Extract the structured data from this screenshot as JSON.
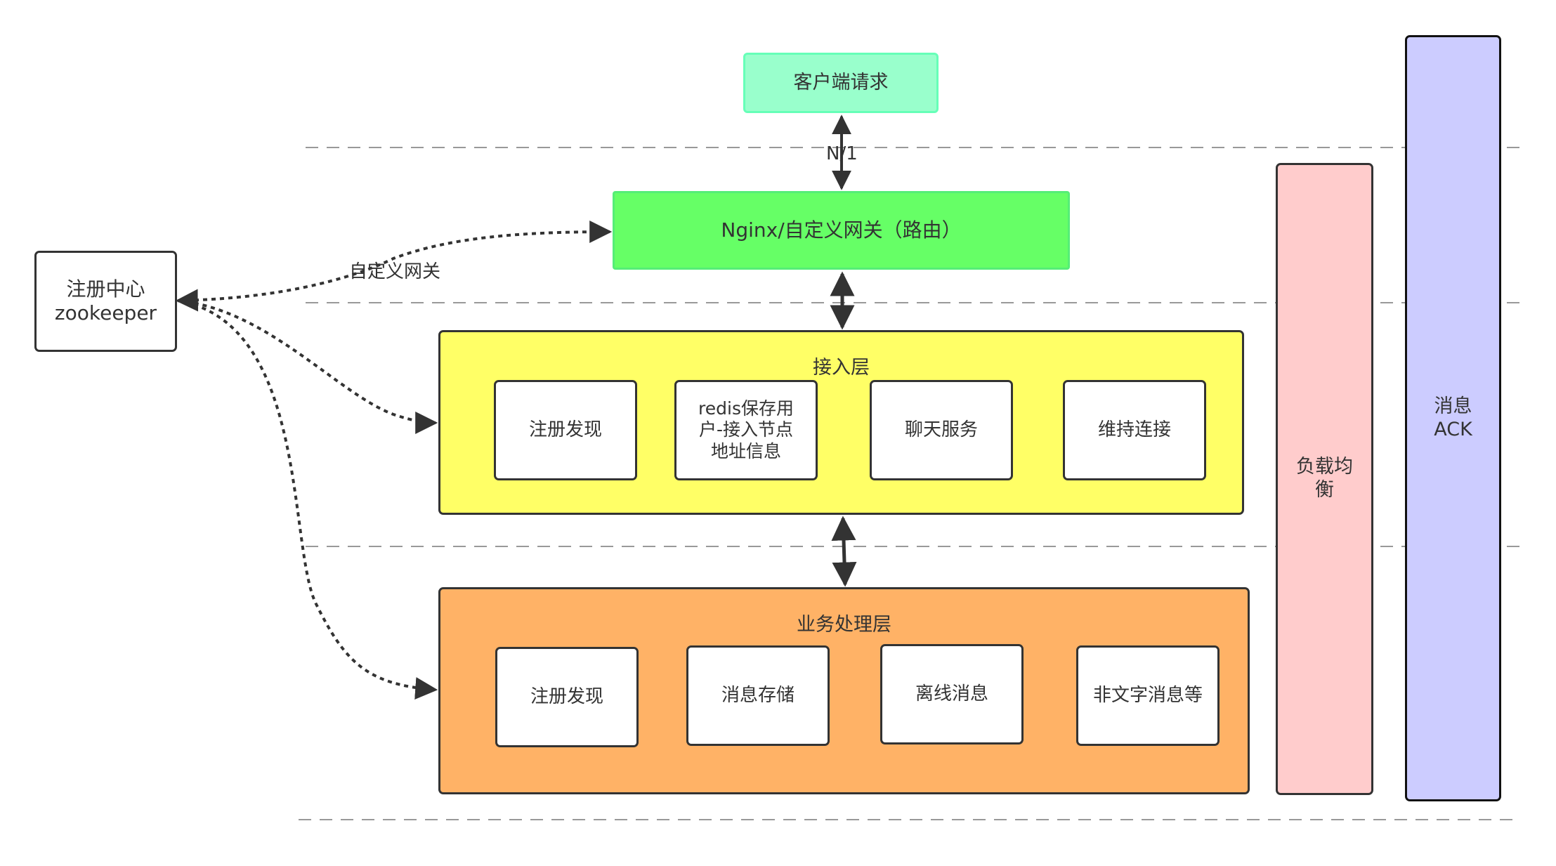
{
  "client": {
    "label": "客户端请求"
  },
  "gateway": {
    "label": "Nginx/自定义网关（路由）"
  },
  "connector_label": "N/1",
  "registry": {
    "line1": "注册中心",
    "line2": "zookeeper"
  },
  "gateway_edge_label": "自定义网关",
  "access_layer": {
    "title": "接入层",
    "items": [
      "注册发现",
      "redis保存用户-接入节点地址信息",
      "聊天服务",
      "维持连接"
    ]
  },
  "business_layer": {
    "title": "业务处理层",
    "items": [
      "注册发现",
      "消息存储",
      "离线消息",
      "非文字消息等"
    ]
  },
  "load_balance": {
    "label": "负载均衡"
  },
  "message_ack": {
    "line1": "消息",
    "line2": "ACK"
  }
}
